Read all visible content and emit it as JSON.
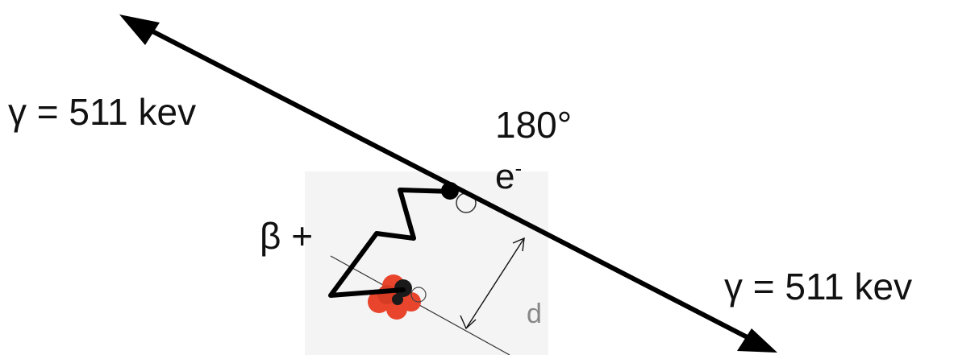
{
  "labels": {
    "gamma_left": "γ = 511 kev",
    "gamma_right": "γ = 511 kev",
    "angle": "180°",
    "electron_base": "e",
    "electron_sup": "-",
    "beta": "β +",
    "distance": "d"
  },
  "colors": {
    "nucleus": "#e8452c",
    "line": "#000000",
    "inset_background": "#f4f4f4",
    "distance_label": "#888888"
  }
}
